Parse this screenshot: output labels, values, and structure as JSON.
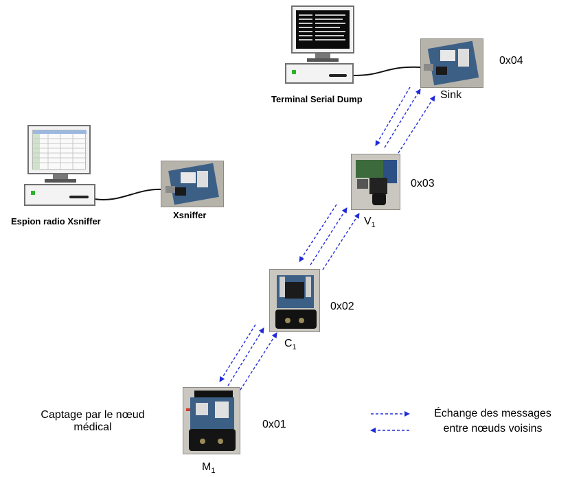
{
  "terminal": {
    "label": "Terminal Serial Dump"
  },
  "espion": {
    "label": "Espion radio Xsniffer"
  },
  "xsniffer": {
    "label": "Xsniffer"
  },
  "sink": {
    "name": "Sink",
    "address": "0x04"
  },
  "v1": {
    "name_base": "V",
    "name_sub": "1",
    "address": "0x03"
  },
  "c1": {
    "name_base": "C",
    "name_sub": "1",
    "address": "0x02"
  },
  "m1": {
    "name_base": "M",
    "name_sub": "1",
    "address": "0x01"
  },
  "capture_label": {
    "line1": "Captage par le nœud",
    "line2": "médical"
  },
  "legend": {
    "line1": "Échange des messages",
    "line2": "entre nœuds voisins"
  },
  "colors": {
    "arrow": "#1f2bd6",
    "screen": "#0b0b0b",
    "cable": "#111111",
    "led": "#2bb52b",
    "photo": "#b5b3aa"
  }
}
